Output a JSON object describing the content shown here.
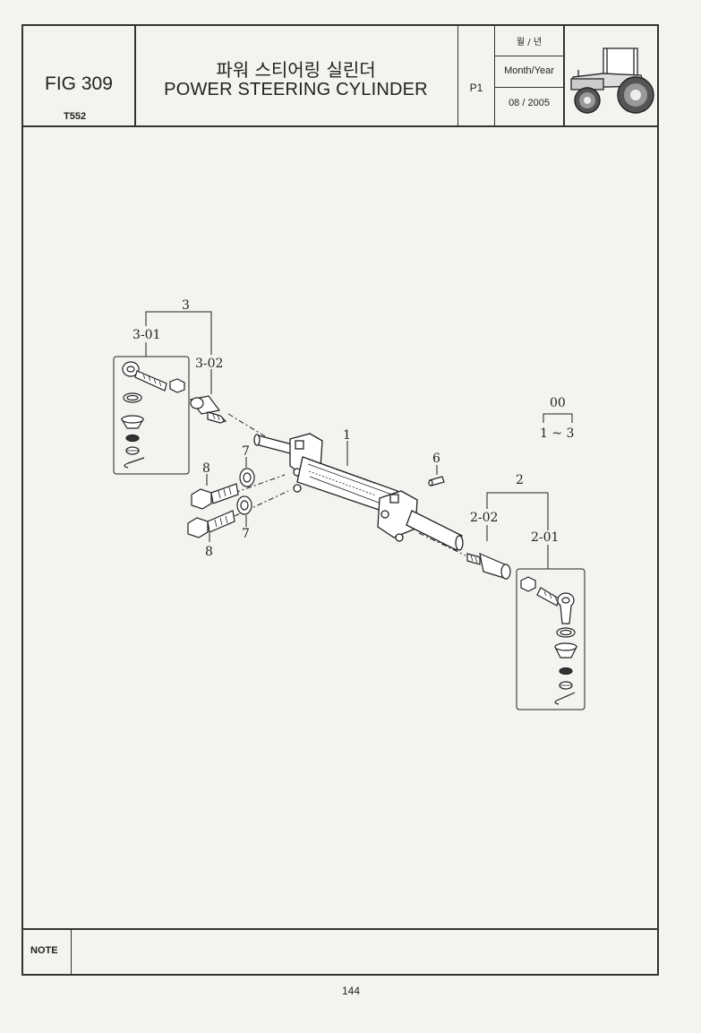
{
  "header": {
    "figure_number": "FIG 309",
    "figure_code": "T552",
    "title_korean": "파워 스티어링 실린더",
    "title_english": "POWER STEERING CYLINDER",
    "page_code": "P1",
    "date_label_korean": "월 / 년",
    "date_label_english": "Month/Year",
    "date_value": "08 / 2005"
  },
  "diagram": {
    "part_labels": {
      "p1": "1",
      "p2": "2",
      "p2_01": "2-01",
      "p2_02": "2-02",
      "p3": "3",
      "p3_01": "3-01",
      "p3_02": "3-02",
      "p6": "6",
      "p7_top": "7",
      "p7_bottom": "7",
      "p8_top": "8",
      "p8_bottom": "8",
      "p00": "00",
      "p00_range": "1 ~ 3"
    }
  },
  "footer": {
    "note_label": "NOTE",
    "page_number": "144"
  }
}
